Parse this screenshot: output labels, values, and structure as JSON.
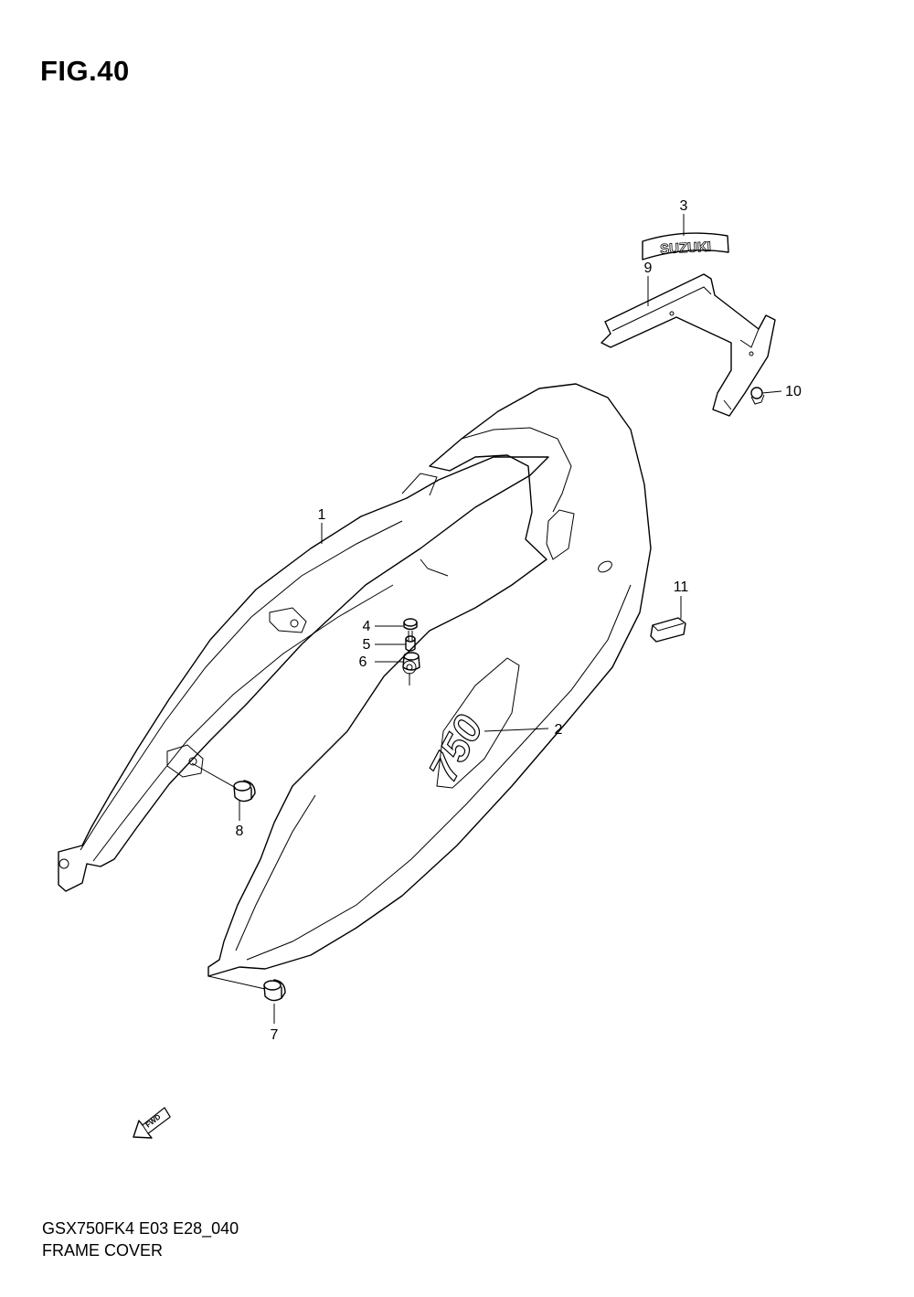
{
  "figure": {
    "title": "FIG.40",
    "model_code": "GSX750FK4 E03 E28_040",
    "section_name": "FRAME COVER"
  },
  "emblem_text": "SUZUKI",
  "badge_text": "750",
  "fwd_text": "FWD",
  "callouts": [
    {
      "id": "1",
      "label": "1"
    },
    {
      "id": "2",
      "label": "2"
    },
    {
      "id": "3",
      "label": "3"
    },
    {
      "id": "4",
      "label": "4"
    },
    {
      "id": "5",
      "label": "5"
    },
    {
      "id": "6",
      "label": "6"
    },
    {
      "id": "7",
      "label": "7"
    },
    {
      "id": "8",
      "label": "8"
    },
    {
      "id": "9",
      "label": "9"
    },
    {
      "id": "10",
      "label": "10"
    },
    {
      "id": "11",
      "label": "11"
    }
  ]
}
